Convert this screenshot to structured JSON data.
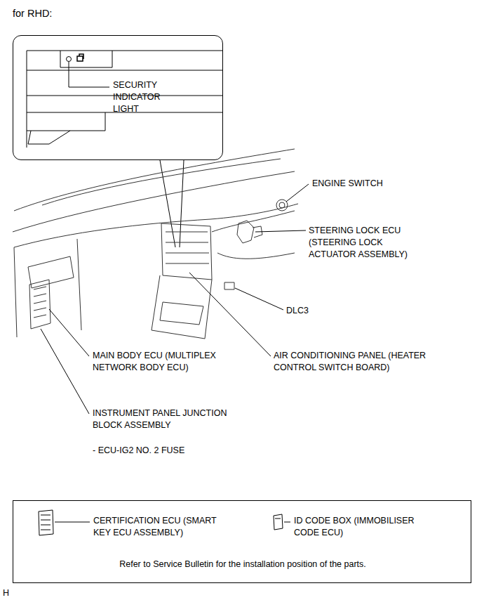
{
  "diagram": {
    "title": "for RHD:",
    "nodes": [
      {
        "text": [
          "SECURITY INDICATOR LIGHT"
        ]
      },
      {
        "text": [
          "CERTIFICATION ECU (SMART KEY ECU ASSEMBLY)",
          "ID CODE BOX (IMMOBILISER CODE ECU)",
          "Refer to Service Bulletin for the installation position of the parts."
        ]
      }
    ],
    "labels": [
      "ENGINE SWITCH",
      "STEERING LOCK ECU (STEERING LOCK ACTUATOR ASSEMBLY)",
      "DLC3",
      "MAIN BODY ECU (MULTIPLEX NETWORK BODY ECU)",
      "AIR CONDITIONING PANEL (HEATER CONTROL SWITCH BOARD)",
      "INSTRUMENT PANEL JUNCTION BLOCK ASSEMBLY",
      "- ECU-IG2 NO. 2 FUSE",
      "H"
    ]
  }
}
